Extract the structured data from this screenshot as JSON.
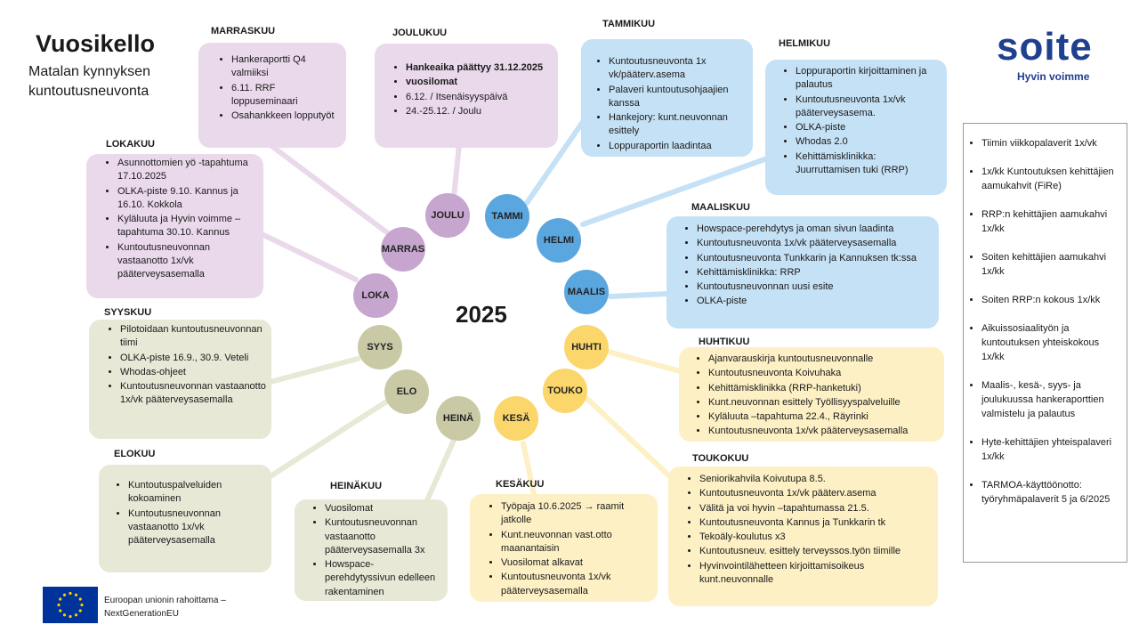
{
  "page": {
    "title": "Vuosikello",
    "subtitle": "Matalan kynnyksen kuntoutusneuvonta",
    "year": "2025"
  },
  "logo": {
    "word": "soite",
    "tagline": "Hyvin voimme"
  },
  "colors": {
    "blue": "#5aa6df",
    "purple": "#c6a6cf",
    "olive": "#c9c9a6",
    "yellow": "#fad66b",
    "logo": "#1f3f8f",
    "eu": "#003399"
  },
  "circles": {
    "tammi": "TAMMI",
    "helmi": "HELMI",
    "maalis": "MAALIS",
    "huhti": "HUHTI",
    "touko": "TOUKO",
    "kesa": "KESÄ",
    "heina": "HEINÄ",
    "elo": "ELO",
    "syys": "SYYS",
    "loka": "LOKA",
    "marras": "MARRAS",
    "joulu": "JOULU"
  },
  "months": {
    "tammikuu": {
      "label": "TAMMIKUU",
      "items": [
        "Kuntoutusneuvonta 1x vk/pääterv.asema",
        "Palaveri kuntoutusohjaajien kanssa",
        "Hankejory: kunt.neuvonnan esittely",
        "Loppuraportin laadintaa"
      ]
    },
    "helmikuu": {
      "label": "HELMIKUU",
      "items": [
        "Loppuraportin kirjoittaminen ja palautus",
        "Kuntoutusneuvonta 1x/vk pääterveysasema.",
        "OLKA-piste",
        "Whodas 2.0",
        "Kehittämisklinikka: Juurruttamisen tuki (RRP)"
      ]
    },
    "maaliskuu": {
      "label": "MAALISKUU",
      "items": [
        "Howspace-perehdytys ja oman sivun laadinta",
        "Kuntoutusneuvonta 1x/vk pääterveysasemalla",
        "Kuntoutusneuvonta Tunkkarin ja Kannuksen tk:ssa",
        "Kehittämisklinikka: RRP",
        "Kuntoutusneuvonnan uusi esite",
        "OLKA-piste"
      ]
    },
    "huhtikuu": {
      "label": "HUHTIKUU",
      "items": [
        "Ajanvarauskirja kuntoutusneuvonnalle",
        "Kuntoutusneuvonta Koivuhaka",
        "Kehittämisklinikka (RRP-hanketuki)",
        "Kunt.neuvonnan esittely Työllisyyspalveluille",
        "Kyläluuta –tapahtuma 22.4., Räyrinki",
        "Kuntoutusneuvonta 1x/vk pääterveysasemalla"
      ]
    },
    "toukokuu": {
      "label": "TOUKOKUU",
      "items": [
        "Seniorikahvila Koivutupa 8.5.",
        "Kuntoutusneuvonta 1x/vk pääterv.asema",
        "Välitä ja voi hyvin –tapahtumassa 21.5.",
        "Kuntoutusneuvonta Kannus ja Tunkkarin tk",
        "Tekoäly-koulutus x3",
        "Kuntoutusneuv. esittely terveyssos.työn tiimille",
        "Hyvinvointilähetteen kirjoittamisoikeus kunt.neuvonnalle"
      ]
    },
    "kesakuu": {
      "label": "KESÄKUU",
      "items": [
        "Työpaja 10.6.2025 → raamit jatkolle",
        "Kunt.neuvonnan vast.otto maanantaisin",
        "Vuosilomat alkavat",
        "Kuntoutusneuvonta 1x/vk pääterveysasemalla"
      ]
    },
    "heinakuu": {
      "label": "HEINÄKUU",
      "items": [
        "Vuosilomat",
        "Kuntoutusneuvonnan vastaanotto pääterveysasemalla 3x",
        "Howspace-perehdytyssivun edelleen rakentaminen"
      ]
    },
    "elokuu": {
      "label": "ELOKUU",
      "items": [
        "Kuntoutuspalveluiden kokoaminen",
        "Kuntoutusneuvonnan vastaanotto 1x/vk pääterveysasemalla"
      ]
    },
    "syyskuu": {
      "label": "SYYSKUU",
      "items": [
        "Pilotoidaan kuntoutusneuvonnan tiimi",
        "OLKA-piste 16.9., 30.9. Veteli",
        "Whodas-ohjeet",
        "Kuntoutusneuvonnan vastaanotto 1x/vk pääterveysasemalla"
      ]
    },
    "lokakuu": {
      "label": "LOKAKUU",
      "items": [
        "Asunnottomien yö -tapahtuma  17.10.2025",
        "OLKA-piste 9.10. Kannus ja 16.10. Kokkola",
        "Kyläluuta ja Hyvin voimme –tapahtuma 30.10. Kannus",
        "Kuntoutusneuvonnan vastaanotto 1x/vk pääterveysasemalla"
      ]
    },
    "marraskuu": {
      "label": "MARRASKUU",
      "items": [
        "Hankeraportti Q4 valmiiksi",
        "6.11. RRF loppuseminaari",
        "Osahankkeen lopputyöt"
      ]
    },
    "joulukuu": {
      "label": "JOULUKUU",
      "items": [
        "Hankeaika päättyy 31.12.2025",
        "vuosilomat",
        "6.12. / Itsenäisyyspäivä",
        "24.-25.12. / Joulu"
      ]
    }
  },
  "side_list": [
    "Tiimin viikkopalaverit 1x/vk",
    "1x/kk Kuntoutuksen kehittäjien aamukahvit (FiRe)",
    "RRP:n kehittäjien aamukahvi 1x/kk",
    "Soiten kehittäjien aamukahvi 1x/kk",
    "Soiten RRP:n kokous 1x/kk",
    "Aikuissosiaalityön ja kuntoutuksen yhteiskokous 1x/kk",
    "Maalis-, kesä-, syys- ja joulukuussa hankeraporttien valmistelu ja palautus",
    "Hyte-kehittäjien yhteispalaveri 1x/kk",
    "TARMOA-käyttöönotto: työryhmäpalaverit 5 ja 6/2025"
  ],
  "footer": {
    "eu_line1": "Euroopan unionin rahoittama –",
    "eu_line2": "NextGenerationEU"
  }
}
